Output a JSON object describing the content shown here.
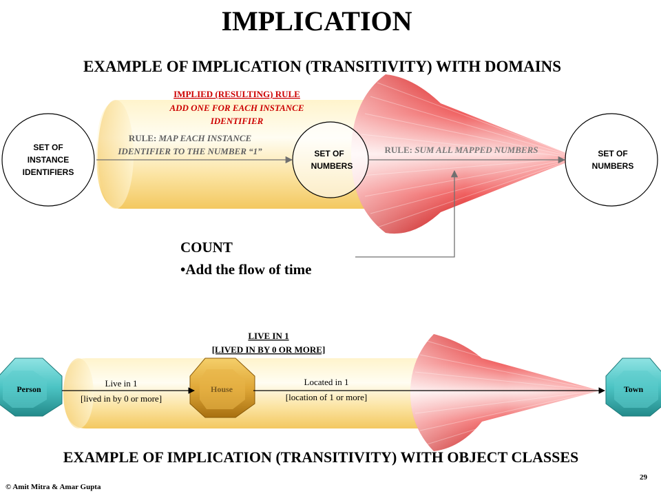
{
  "title": "IMPLICATION",
  "top_section": {
    "heading": "EXAMPLE OF IMPLICATION (TRANSITIVITY) WITH DOMAINS",
    "implied_rule": {
      "title": "IMPLIED (RESULTING) RULE",
      "line1": "ADD ONE FOR EACH INSTANCE",
      "line2": "IDENTIFIER"
    },
    "rule1": {
      "prefix": "RULE: ",
      "line1": "MAP EACH INSTANCE",
      "line2": "IDENTIFIER TO THE NUMBER “1”"
    },
    "rule2": {
      "prefix": "RULE: ",
      "text": "SUM ALL MAPPED NUMBERS"
    },
    "circle_left": {
      "line1": "SET OF",
      "line2": "INSTANCE",
      "line3": "IDENTIFIERS"
    },
    "circle_mid": {
      "line1": "SET OF",
      "line2": "NUMBERS"
    },
    "circle_right": {
      "line1": "SET OF",
      "line2": "NUMBERS"
    },
    "callout": {
      "line1": "COUNT",
      "line2": "•Add the flow of time"
    }
  },
  "bottom_section": {
    "live_in_1": "LIVE IN 1",
    "lived_in_by": "[LIVED IN BY 0 OR MORE]",
    "person": "Person",
    "house": "House",
    "town": "Town",
    "rel1_line1": "Live in 1",
    "rel1_line2": "[lived in by 0 or more]",
    "rel2_line1": "Located in 1",
    "rel2_line2": "[location of 1 or more]",
    "heading": "EXAMPLE OF IMPLICATION (TRANSITIVITY) WITH OBJECT CLASSES"
  },
  "footer": {
    "copyright": "© Amit Mitra & Amar Gupta",
    "page_number": "29"
  },
  "colors": {
    "tube_light": "#fffbe6",
    "tube_dark": "#f7d27a",
    "cone_light": "#fde6e6",
    "cone_dark": "#e02020",
    "implied_red": "#cc0000",
    "teal_dark": "#2a9a9a",
    "teal_light": "#6ad6d6",
    "gold_dark": "#b8860b",
    "gold_light": "#f0c050"
  }
}
